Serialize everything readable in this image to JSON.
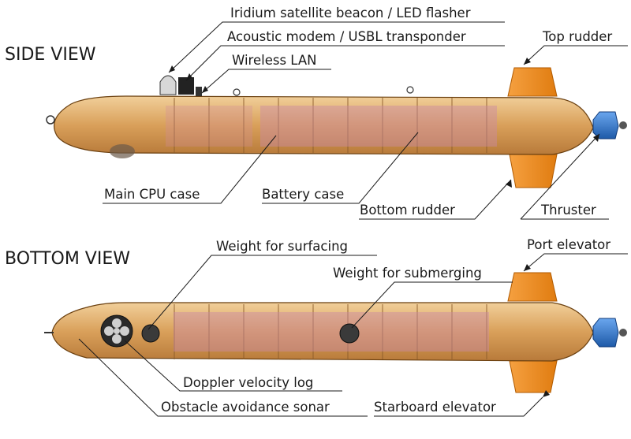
{
  "views": {
    "side": "SIDE VIEW",
    "bottom": "BOTTOM VIEW"
  },
  "labels": {
    "iridium": "Iridium satellite beacon / LED flasher",
    "acoustic": "Acoustic modem / USBL transponder",
    "wlan": "Wireless LAN",
    "top_rudder": "Top rudder",
    "main_cpu": "Main CPU case",
    "battery": "Battery case",
    "bottom_rudder": "Bottom rudder",
    "thruster": "Thruster",
    "weight_surfacing": "Weight for surfacing",
    "port_elevator": "Port elevator",
    "weight_submerging": "Weight for submerging",
    "doppler": "Doppler velocity log",
    "sonar": "Obstacle avoidance sonar",
    "starboard_elevator": "Starboard elevator"
  },
  "colors": {
    "hull": "#d9a05a",
    "hull_dark": "#8a5a2a",
    "fin": "#f08a1e",
    "thruster": "#3a78c8",
    "battery_tint": "#c98aa6"
  }
}
